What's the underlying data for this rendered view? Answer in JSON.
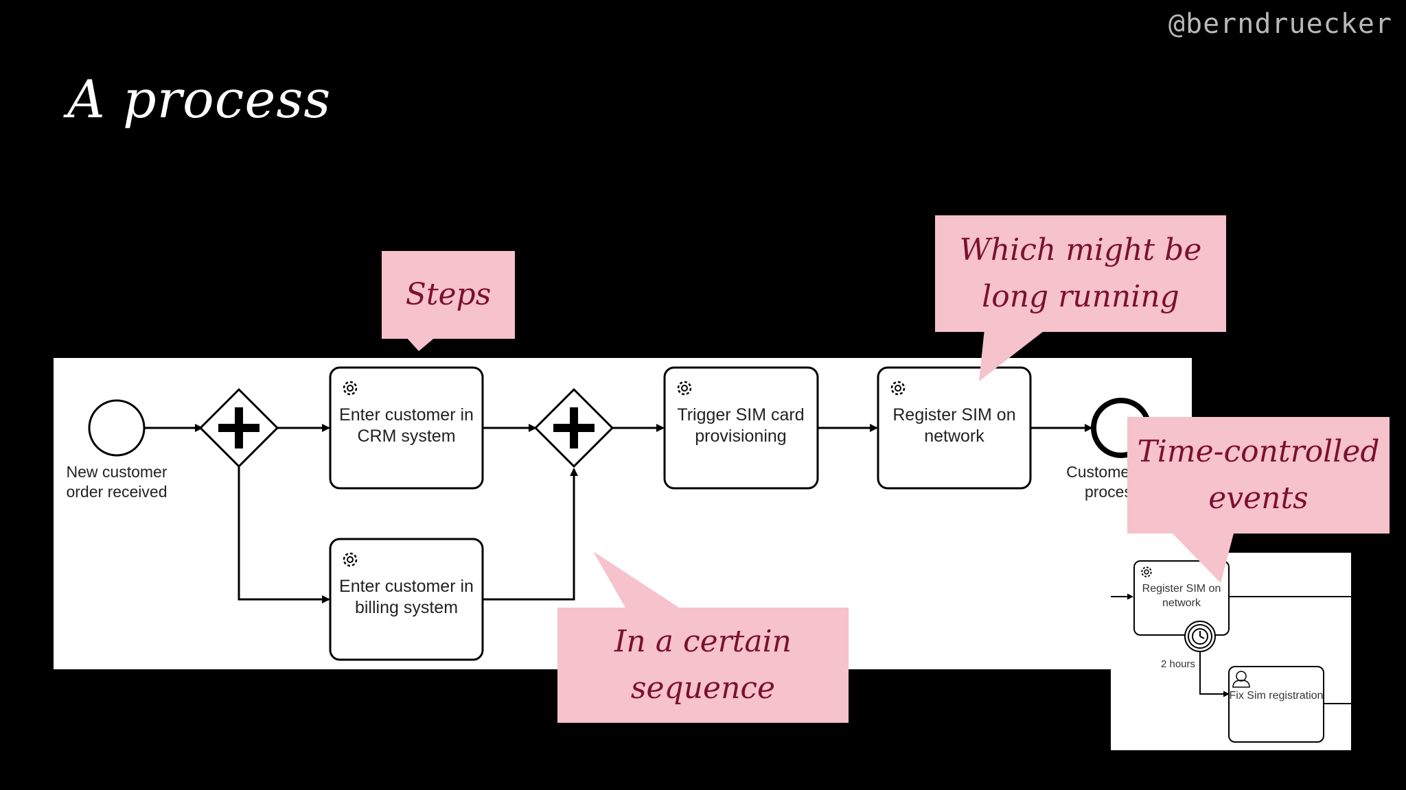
{
  "handle": "@berndruecker",
  "title": "A process",
  "diagram": {
    "start_event": "New customer order received",
    "task_crm": "Enter customer in CRM system",
    "task_sim": "Trigger SIM card provisioning",
    "task_register": "Register SIM on network",
    "task_billing": "Enter customer in billing system",
    "end_event": "Customer order processed",
    "icons": [
      "gear-icon",
      "parallel-gateway-icon",
      "clock-icon",
      "user-icon"
    ]
  },
  "inset": {
    "task_register": "Register SIM on network",
    "timer_label": "2 hours",
    "task_fix": "Fix Sim registration"
  },
  "callouts": {
    "steps": "Steps",
    "long_running": "Which might be long running",
    "sequence": "In a certain sequence",
    "time_controlled": "Time-controlled events"
  },
  "colors": {
    "background": "#000000",
    "callout_fill": "#f6c2cc",
    "callout_text": "#7a1030",
    "diagram_bg": "#ffffff"
  }
}
